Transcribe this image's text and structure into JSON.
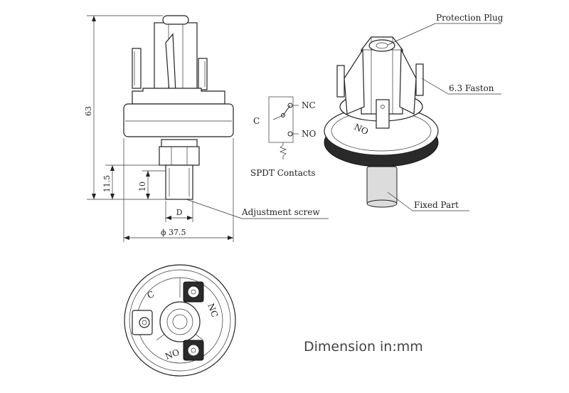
{
  "labels": {
    "protection_plug": "Protection Plug",
    "faston": "6.3 Faston",
    "fixed_part": "Fixed Part",
    "adjustment_screw": "Adjustment screw",
    "spdt": "SPDT Contacts",
    "c": "C",
    "nc": "NC",
    "no": "NO"
  },
  "dimensions": {
    "height": "63",
    "h1": "11.5",
    "h2": "10",
    "d": "D",
    "diameter": "ϕ 37.5"
  },
  "bottom_view": {
    "c": "C",
    "nc": "NC",
    "no": "NO"
  },
  "caption": "Dimension in:mm"
}
